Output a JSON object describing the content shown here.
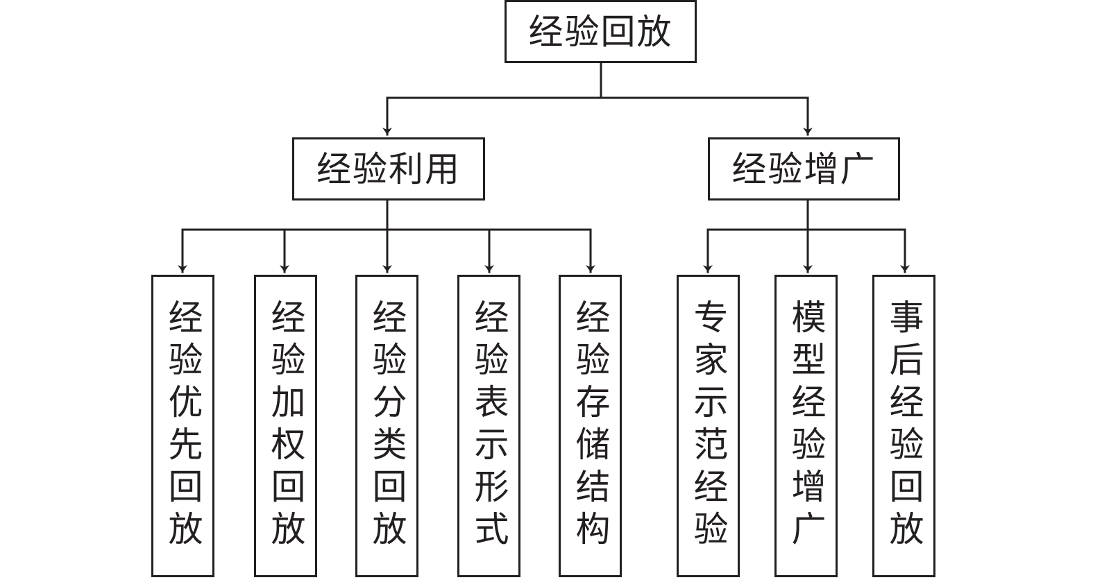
{
  "root": {
    "label": "经验回放"
  },
  "branches": [
    {
      "label": "经验利用",
      "children": [
        "经验优先回放",
        "经验加权回放",
        "经验分类回放",
        "经验表示形式",
        "经验存储结构"
      ]
    },
    {
      "label": "经验增广",
      "children": [
        "专家示范经验",
        "模型经验增广",
        "事后经验回放"
      ]
    }
  ],
  "colors": {
    "stroke": "#231f20",
    "background": "#ffffff"
  }
}
